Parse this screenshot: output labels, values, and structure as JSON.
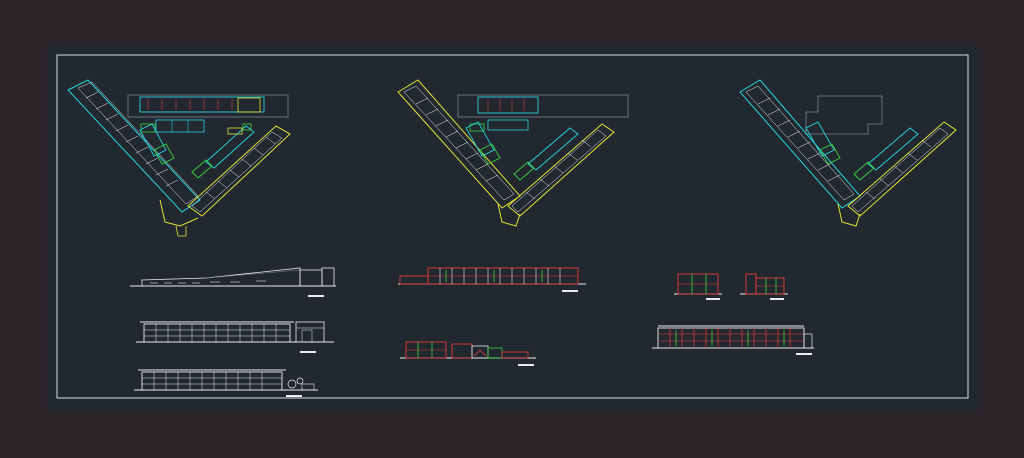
{
  "app": {
    "background": "#2b2429",
    "canvas_background": "#212830",
    "frame_color": "#d8dde2"
  },
  "layer_colors": {
    "wall": "#e9ecef",
    "cyan": "#27d3dd",
    "yellow": "#e2e234",
    "green": "#38d23c",
    "red": "#e53b3b",
    "gray": "#7c848c",
    "magenta": "#d24fd0"
  },
  "drawing": {
    "floor_plans": [
      "plan-level-1",
      "plan-level-2",
      "plan-level-3"
    ],
    "elevations_group_1": [
      "elevation-a",
      "elevation-b",
      "elevation-c"
    ],
    "sections_group_2": [
      "section-a",
      "section-b"
    ],
    "sections_group_3": [
      "section-c",
      "section-d",
      "section-e"
    ]
  }
}
